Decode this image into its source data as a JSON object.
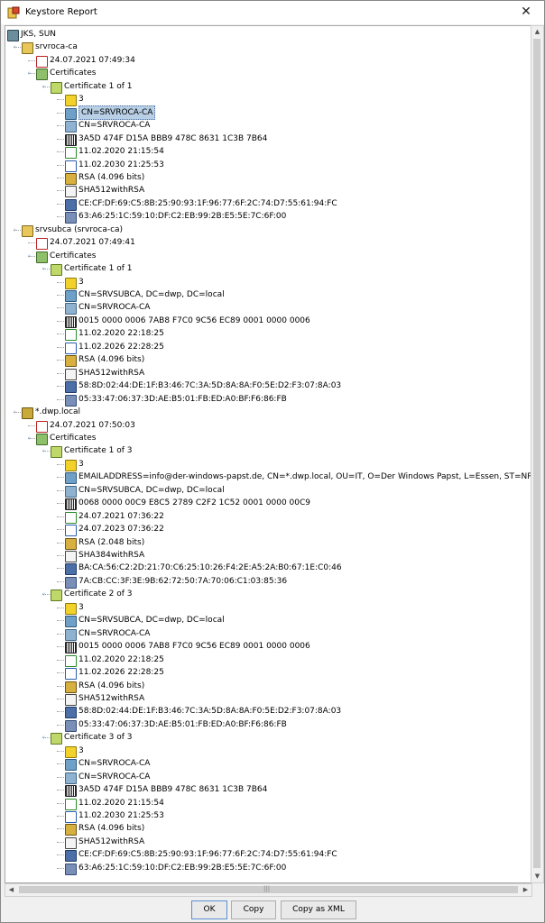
{
  "window": {
    "title": "Keystore Report",
    "close_glyph": "✕"
  },
  "tree": {
    "root": "JKS, SUN",
    "entries": [
      {
        "name": "srvroca-ca",
        "date": "24.07.2021 07:49:34",
        "certificates_label": "Certificates",
        "certificates": [
          {
            "title": "Certificate 1 of 1",
            "version": "3",
            "subject": "CN=SRVROCA-CA",
            "issuer": "CN=SRVROCA-CA",
            "serial": "3A5D 474F D15A BBB9 478C 8631 1C3B 7B64",
            "valid_from": "11.02.2020 21:15:54",
            "valid_to": "11.02.2030 21:25:53",
            "public_key": "RSA (4.096 bits)",
            "signature_algorithm": "SHA512withRSA",
            "sha1": "CE:CF:DF:69:C5:8B:25:90:93:1F:96:77:6F:2C:74:D7:55:61:94:FC",
            "md5": "63:A6:25:1C:59:10:DF:C2:EB:99:2B:E5:5E:7C:6F:00"
          }
        ]
      },
      {
        "name": "srvsubca (srvroca-ca)",
        "date": "24.07.2021 07:49:41",
        "certificates_label": "Certificates",
        "certificates": [
          {
            "title": "Certificate 1 of 1",
            "version": "3",
            "subject": "CN=SRVSUBCA, DC=dwp, DC=local",
            "issuer": "CN=SRVROCA-CA",
            "serial": "0015 0000 0006 7AB8 F7C0 9C56 EC89 0001 0000 0006",
            "valid_from": "11.02.2020 22:18:25",
            "valid_to": "11.02.2026 22:28:25",
            "public_key": "RSA (4.096 bits)",
            "signature_algorithm": "SHA512withRSA",
            "sha1": "58:8D:02:44:DE:1F:B3:46:7C:3A:5D:8A:8A:F0:5E:D2:F3:07:8A:03",
            "md5": "05:33:47:06:37:3D:AE:B5:01:FB:ED:A0:BF:F6:86:FB"
          }
        ]
      },
      {
        "name": "*.dwp.local",
        "date": "24.07.2021 07:50:03",
        "certificates_label": "Certificates",
        "certificates": [
          {
            "title": "Certificate 1 of 3",
            "version": "3",
            "subject": "EMAILADDRESS=info@der-windows-papst.de, CN=*.dwp.local, OU=IT, O=Der Windows Papst, L=Essen, ST=NRW",
            "issuer": "CN=SRVSUBCA, DC=dwp, DC=local",
            "serial": "0068 0000 00C9 E8C5 2789 C2F2 1C52 0001 0000 00C9",
            "valid_from": "24.07.2021 07:36:22",
            "valid_to": "24.07.2023 07:36:22",
            "public_key": "RSA (2.048 bits)",
            "signature_algorithm": "SHA384withRSA",
            "sha1": "BA:CA:56:C2:2D:21:70:C6:25:10:26:F4:2E:A5:2A:B0:67:1E:C0:46",
            "md5": "7A:CB:CC:3F:3E:9B:62:72:50:7A:70:06:C1:03:85:36"
          },
          {
            "title": "Certificate 2 of 3",
            "version": "3",
            "subject": "CN=SRVSUBCA, DC=dwp, DC=local",
            "issuer": "CN=SRVROCA-CA",
            "serial": "0015 0000 0006 7AB8 F7C0 9C56 EC89 0001 0000 0006",
            "valid_from": "11.02.2020 22:18:25",
            "valid_to": "11.02.2026 22:28:25",
            "public_key": "RSA (4.096 bits)",
            "signature_algorithm": "SHA512withRSA",
            "sha1": "58:8D:02:44:DE:1F:B3:46:7C:3A:5D:8A:8A:F0:5E:D2:F3:07:8A:03",
            "md5": "05:33:47:06:37:3D:AE:B5:01:FB:ED:A0:BF:F6:86:FB"
          },
          {
            "title": "Certificate 3 of 3",
            "version": "3",
            "subject": "CN=SRVROCA-CA",
            "issuer": "CN=SRVROCA-CA",
            "serial": "3A5D 474F D15A BBB9 478C 8631 1C3B 7B64",
            "valid_from": "11.02.2020 21:15:54",
            "valid_to": "11.02.2030 21:25:53",
            "public_key": "RSA (4.096 bits)",
            "signature_algorithm": "SHA512withRSA",
            "sha1": "CE:CF:DF:69:C5:8B:25:90:93:1F:96:77:6F:2C:74:D7:55:61:94:FC",
            "md5": "63:A6:25:1C:59:10:DF:C2:EB:99:2B:E5:5E:7C:6F:00"
          }
        ]
      }
    ]
  },
  "scrollbar": {
    "up_glyph": "▲",
    "down_glyph": "▼",
    "left_glyph": "◀",
    "right_glyph": "▶",
    "grip_glyph": "|||"
  },
  "buttons": {
    "ok": "OK",
    "copy": "Copy",
    "copy_xml": "Copy as XML"
  }
}
